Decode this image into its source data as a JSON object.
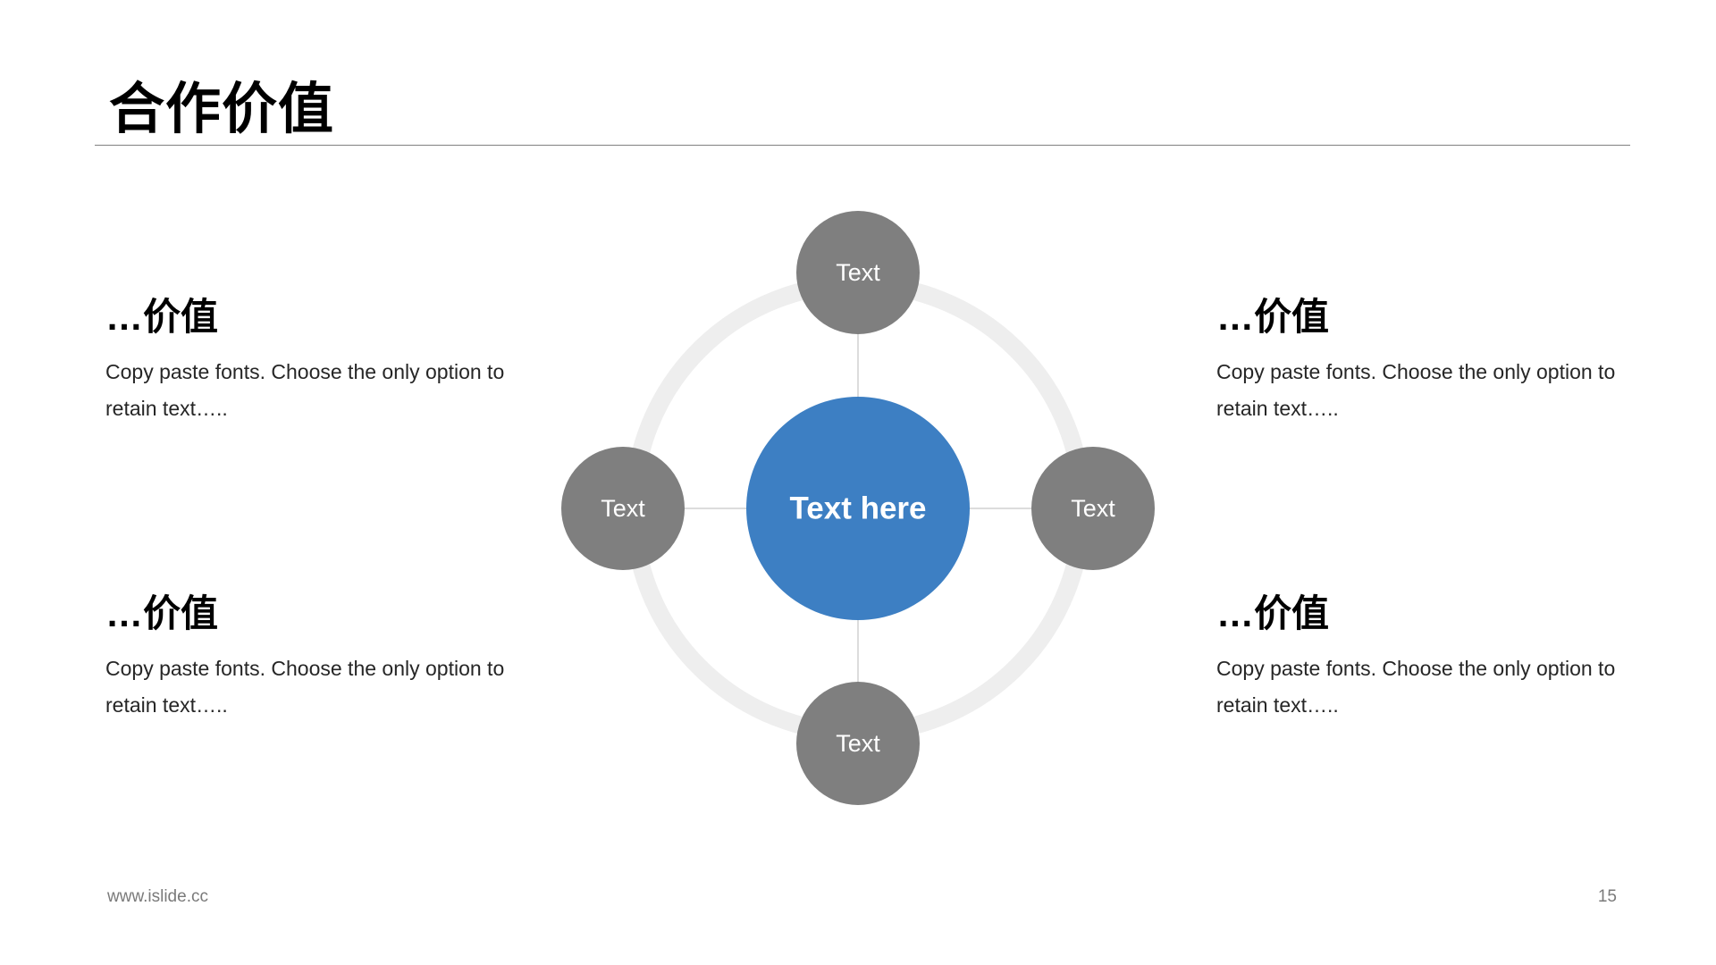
{
  "title": "合作价值",
  "blocks": [
    {
      "heading": "…价值",
      "body": "Copy paste fonts. Choose the only option to retain text….."
    },
    {
      "heading": "…价值",
      "body": "Copy paste fonts. Choose the only option to retain text….."
    },
    {
      "heading": "…价值",
      "body": "Copy paste fonts. Choose the only option to retain text….."
    },
    {
      "heading": "…价值",
      "body": "Copy paste fonts. Choose the only option to retain text….."
    }
  ],
  "diagram": {
    "center_label": "Text here",
    "nodes": {
      "top": "Text",
      "left": "Text",
      "right": "Text",
      "bottom": "Text"
    }
  },
  "colors": {
    "center_fill": "#3d7fc3",
    "node_fill": "#7f7f7f",
    "ring": "#eeeeee",
    "connector": "#d0d0d0"
  },
  "footer": {
    "website": "www.islide.cc",
    "page_number": "15"
  }
}
